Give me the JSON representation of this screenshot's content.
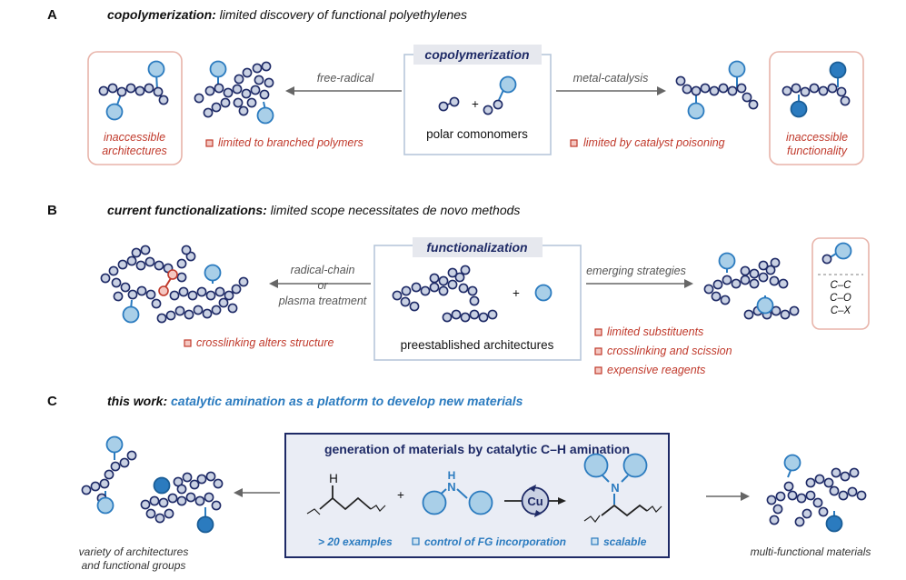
{
  "panel_a": {
    "letter": "A",
    "heading_bold": "copolymerization:",
    "heading_rest": " limited discovery of functional polyethylenes",
    "left_box_text": [
      "inaccessible",
      "architectures"
    ],
    "free_radical": "free-radical",
    "limited_branched": "limited to branched polymers",
    "center_title": "copolymerization",
    "center_caption": "polar comonomers",
    "plus": "+",
    "metal_catalysis": "metal-catalysis",
    "limited_poisoning": "limited by catalyst poisoning",
    "right_box_text": [
      "inaccessible",
      "functionality"
    ]
  },
  "panel_b": {
    "letter": "B",
    "heading_bold": "current functionalizations:",
    "heading_rest": " limited scope necessitates de novo methods",
    "radical_chain": [
      "radical-chain",
      "or",
      "plasma treatment"
    ],
    "crosslinking_alters": "crosslinking alters structure",
    "center_title": "functionalization",
    "center_caption": "preestablished architectures",
    "plus": "+",
    "emerging": "emerging strategies",
    "limitations": [
      "limited substituents",
      "crosslinking and scission",
      "expensive reagents"
    ],
    "bond_types": [
      "C–C",
      "C–O",
      "C–X"
    ]
  },
  "panel_c": {
    "letter": "C",
    "heading_bold": "this work:",
    "heading_blue": " catalytic amination as a platform to develop new materials",
    "box_title": "generation of materials by catalytic C–H amination",
    "atom_h": "H",
    "atom_n": "N",
    "catalyst": "Cu",
    "plus": "+",
    "features": [
      "> 20 examples",
      "control of FG incorporation",
      "scalable"
    ],
    "left_caption": [
      "variety of architectures",
      "and functional groups"
    ],
    "right_caption": "multi-functional materials"
  },
  "colors": {
    "navy": "#1e2a66",
    "blue": "#2b7bbf",
    "red": "#c0392b",
    "pink_box": "#e8b4aa",
    "gray_box": "#b7c7da"
  }
}
